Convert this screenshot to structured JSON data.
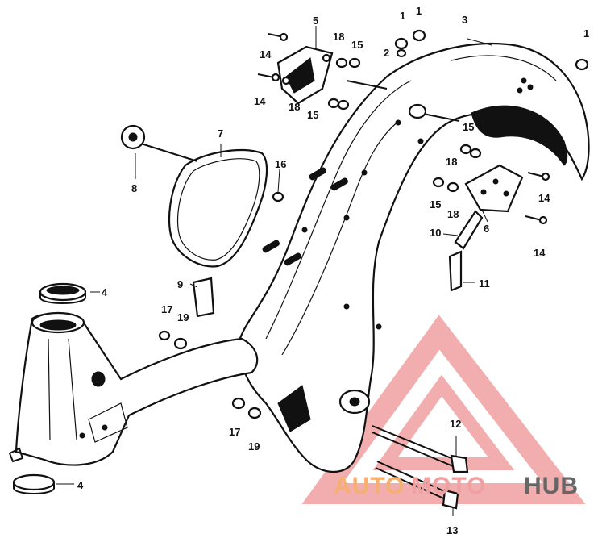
{
  "diagram": {
    "callouts": [
      {
        "id": "c1a",
        "label": "1"
      },
      {
        "id": "c1b",
        "label": "1"
      },
      {
        "id": "c1c",
        "label": "1"
      },
      {
        "id": "c2",
        "label": "2"
      },
      {
        "id": "c3",
        "label": "3"
      },
      {
        "id": "c4a",
        "label": "4"
      },
      {
        "id": "c4b",
        "label": "4"
      },
      {
        "id": "c5",
        "label": "5"
      },
      {
        "id": "c6",
        "label": "6"
      },
      {
        "id": "c7",
        "label": "7"
      },
      {
        "id": "c8",
        "label": "8"
      },
      {
        "id": "c9",
        "label": "9"
      },
      {
        "id": "c10",
        "label": "10"
      },
      {
        "id": "c11",
        "label": "11"
      },
      {
        "id": "c12",
        "label": "12"
      },
      {
        "id": "c13",
        "label": "13"
      },
      {
        "id": "c14a",
        "label": "14"
      },
      {
        "id": "c14b",
        "label": "14"
      },
      {
        "id": "c14c",
        "label": "14"
      },
      {
        "id": "c14d",
        "label": "14"
      },
      {
        "id": "c15a",
        "label": "15"
      },
      {
        "id": "c15b",
        "label": "15"
      },
      {
        "id": "c15c",
        "label": "15"
      },
      {
        "id": "c15d",
        "label": "15"
      },
      {
        "id": "c16",
        "label": "16"
      },
      {
        "id": "c17a",
        "label": "17"
      },
      {
        "id": "c17b",
        "label": "17"
      },
      {
        "id": "c18a",
        "label": "18"
      },
      {
        "id": "c18b",
        "label": "18"
      },
      {
        "id": "c18c",
        "label": "18"
      },
      {
        "id": "c18d",
        "label": "18"
      },
      {
        "id": "c19a",
        "label": "19"
      },
      {
        "id": "c19b",
        "label": "19"
      }
    ]
  },
  "watermark": {
    "word_1": "AUTO",
    "word_2": "MOTO",
    "word_3": "HUB",
    "color_primary": "#f0a0a0",
    "color_accent": "#f5b070",
    "color_dark": "#666666"
  }
}
